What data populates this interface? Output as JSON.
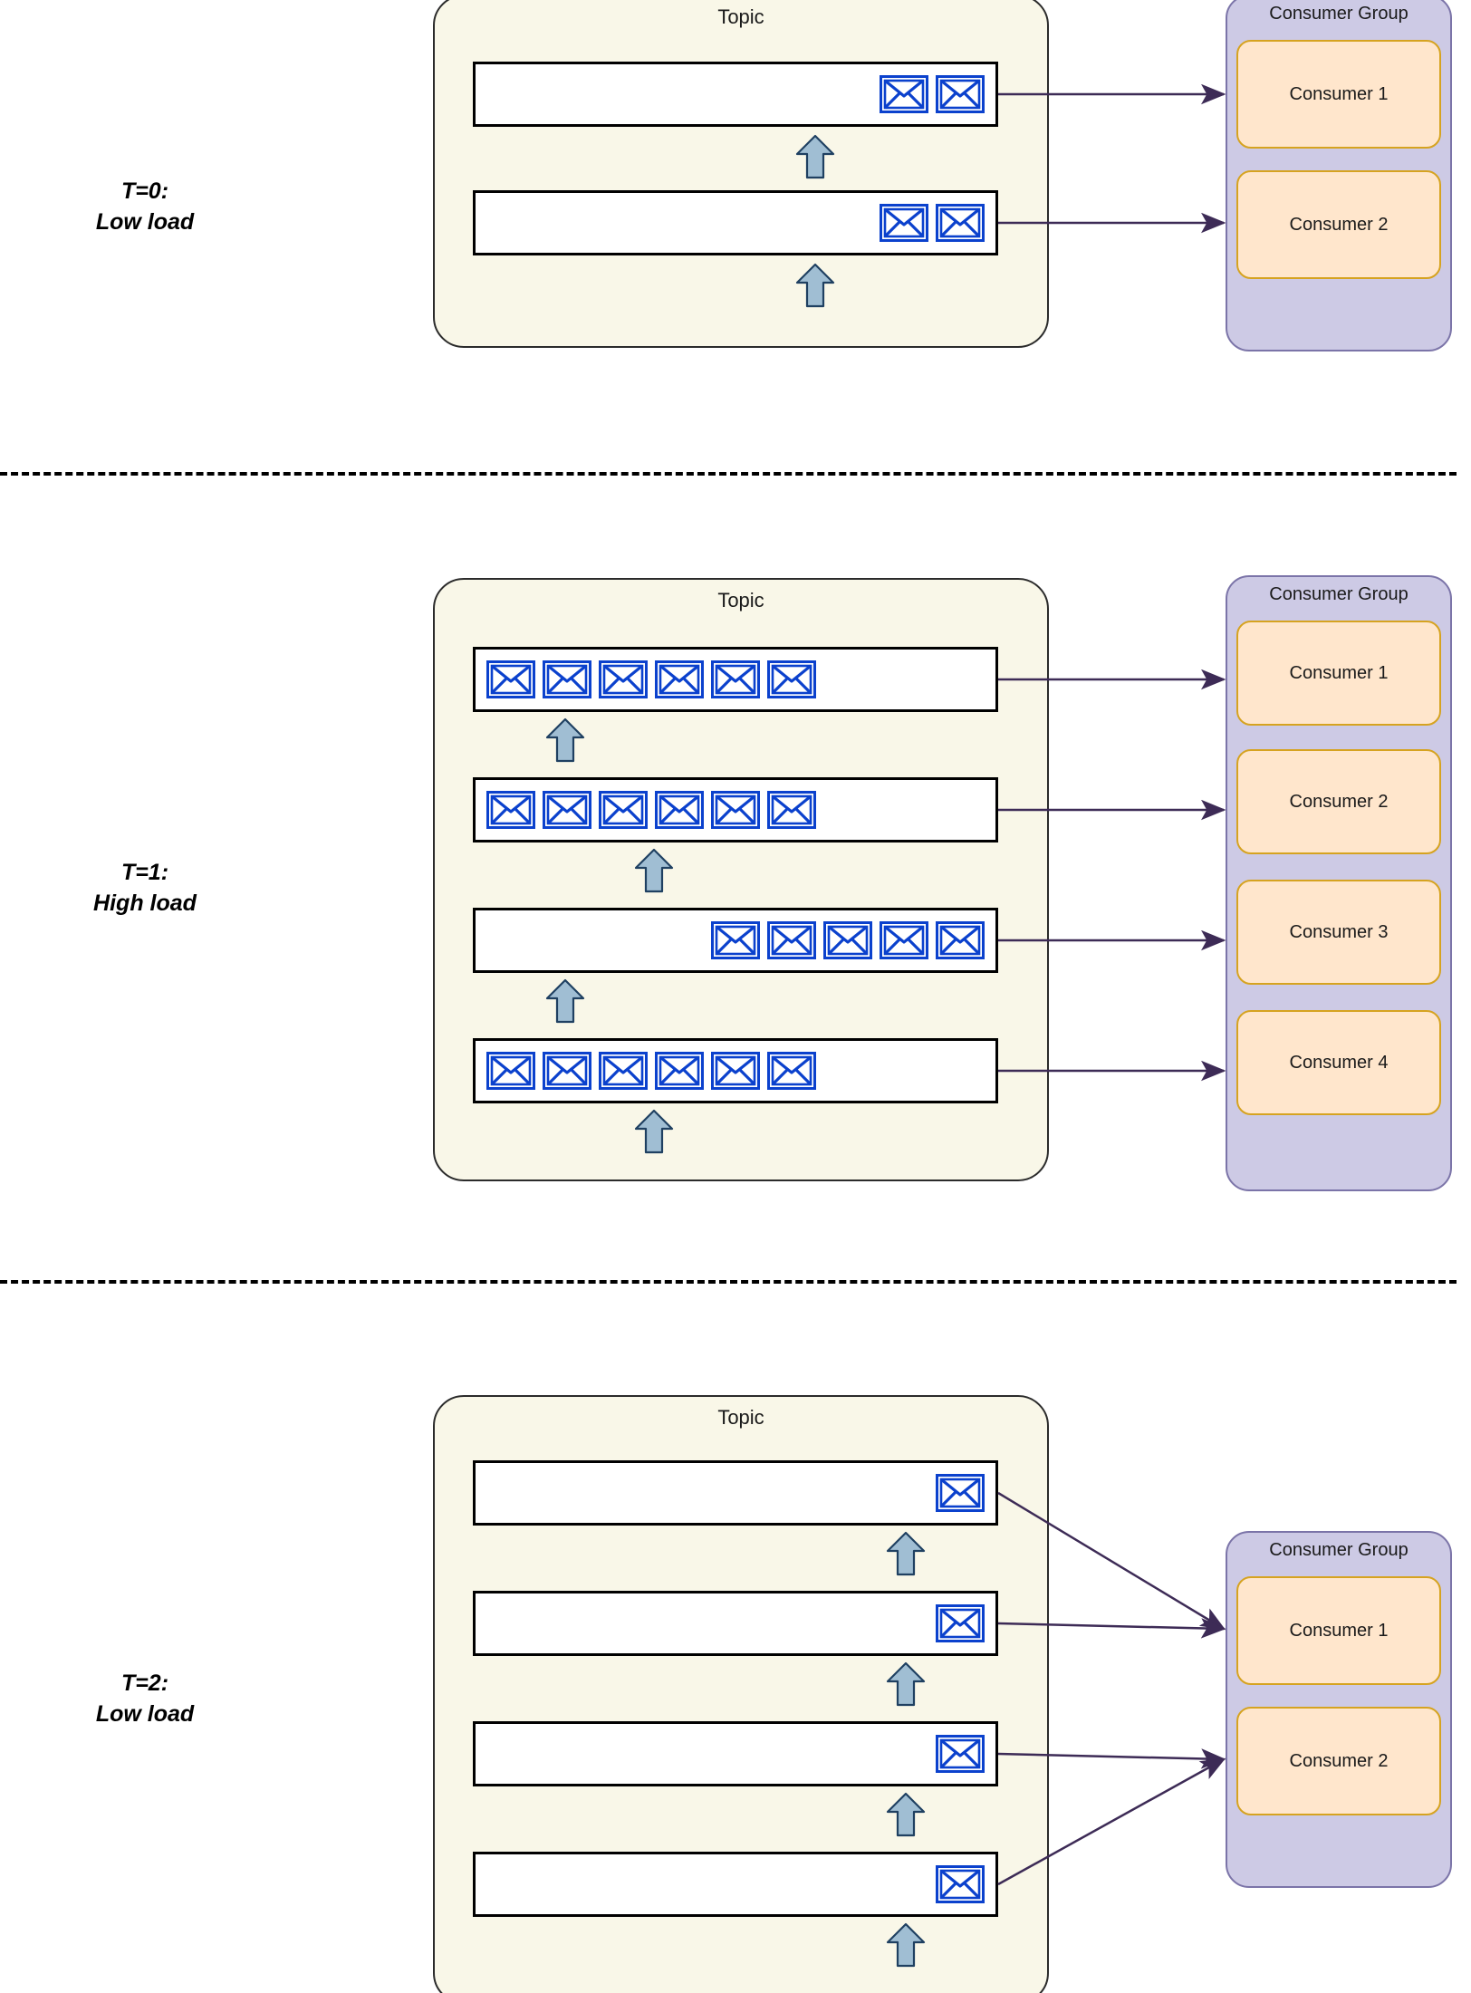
{
  "diagram": {
    "title_topic": "Topic",
    "title_consumer_group": "Consumer Group",
    "icons": {
      "message": "envelope-icon",
      "producer": "up-arrow-icon",
      "assignment": "arrow-right-icon"
    },
    "colors": {
      "topic_fill": "#f9f7e8",
      "topic_border": "#2b2b2b",
      "partition_fill": "#ffffff",
      "partition_border": "#000000",
      "envelope_blue": "#0b41cd",
      "producer_arrow_fill": "#a0bed3",
      "producer_arrow_border": "#1f4061",
      "consumer_group_fill": "#cdcae5",
      "consumer_group_border": "#7b74a8",
      "consumer_fill": "#ffe6cc",
      "consumer_border": "#d6a320",
      "connector": "#3d2b56",
      "divider": "#000000"
    }
  },
  "stages": [
    {
      "id": "t0",
      "label_line1": "T=0:",
      "label_line2": "Low load",
      "topic_title": "Topic",
      "consumer_group_title": "Consumer Group",
      "partitions": [
        {
          "name": "partition-1",
          "messages": 2,
          "align": "right"
        },
        {
          "name": "partition-2",
          "messages": 2,
          "align": "right"
        }
      ],
      "consumers": [
        "Consumer 1",
        "Consumer 2"
      ],
      "assignments": [
        {
          "partition": 1,
          "consumer": 1
        },
        {
          "partition": 2,
          "consumer": 2
        }
      ]
    },
    {
      "id": "t1",
      "label_line1": "T=1:",
      "label_line2": "High load",
      "topic_title": "Topic",
      "consumer_group_title": "Consumer Group",
      "partitions": [
        {
          "name": "partition-1",
          "messages": 6,
          "align": "left"
        },
        {
          "name": "partition-2",
          "messages": 6,
          "align": "left"
        },
        {
          "name": "partition-3",
          "messages": 5,
          "align": "right"
        },
        {
          "name": "partition-4",
          "messages": 6,
          "align": "left"
        }
      ],
      "consumers": [
        "Consumer 1",
        "Consumer 2",
        "Consumer 3",
        "Consumer 4"
      ],
      "assignments": [
        {
          "partition": 1,
          "consumer": 1
        },
        {
          "partition": 2,
          "consumer": 2
        },
        {
          "partition": 3,
          "consumer": 3
        },
        {
          "partition": 4,
          "consumer": 4
        }
      ]
    },
    {
      "id": "t2",
      "label_line1": "T=2:",
      "label_line2": "Low load",
      "topic_title": "Topic",
      "consumer_group_title": "Consumer Group",
      "partitions": [
        {
          "name": "partition-1",
          "messages": 1,
          "align": "right"
        },
        {
          "name": "partition-2",
          "messages": 1,
          "align": "right"
        },
        {
          "name": "partition-3",
          "messages": 1,
          "align": "right"
        },
        {
          "name": "partition-4",
          "messages": 1,
          "align": "right"
        }
      ],
      "consumers": [
        "Consumer 1",
        "Consumer 2"
      ],
      "assignments": [
        {
          "partition": 1,
          "consumer": 1
        },
        {
          "partition": 2,
          "consumer": 1
        },
        {
          "partition": 3,
          "consumer": 2
        },
        {
          "partition": 4,
          "consumer": 2
        }
      ]
    }
  ]
}
